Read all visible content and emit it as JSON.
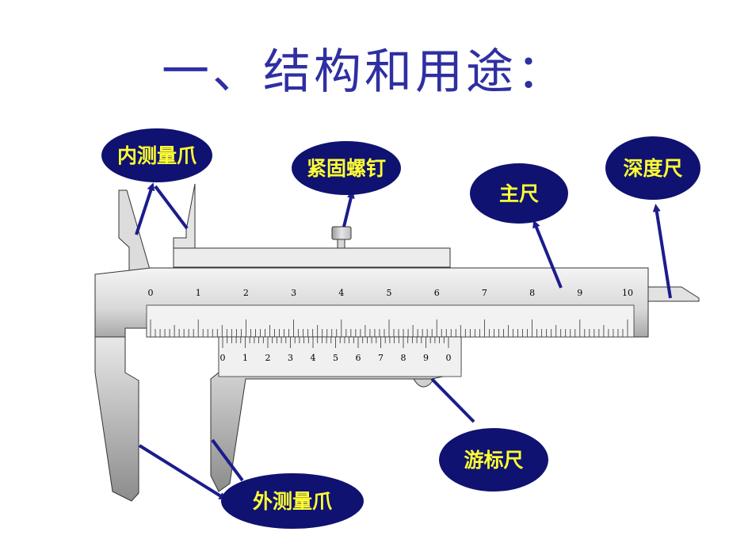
{
  "title": "一、结构和用途：",
  "labels": {
    "inner_jaw": "内测量爪",
    "lock_screw": "紧固螺钉",
    "main_scale": "主尺",
    "depth_gauge": "深度尺",
    "vernier_scale": "游标尺",
    "outer_jaw": "外测量爪"
  },
  "main_scale_numbers": [
    "0",
    "1",
    "2",
    "3",
    "4",
    "5",
    "6",
    "7",
    "8",
    "9",
    "10"
  ],
  "vernier_numbers": [
    "0",
    "1",
    "2",
    "3",
    "4",
    "5",
    "6",
    "7",
    "8",
    "9",
    "0"
  ],
  "colors": {
    "title": "#2f2fa2",
    "label_fill": "#0f1270",
    "label_text": "#ffff33",
    "arrow": "#1c1c8c"
  }
}
